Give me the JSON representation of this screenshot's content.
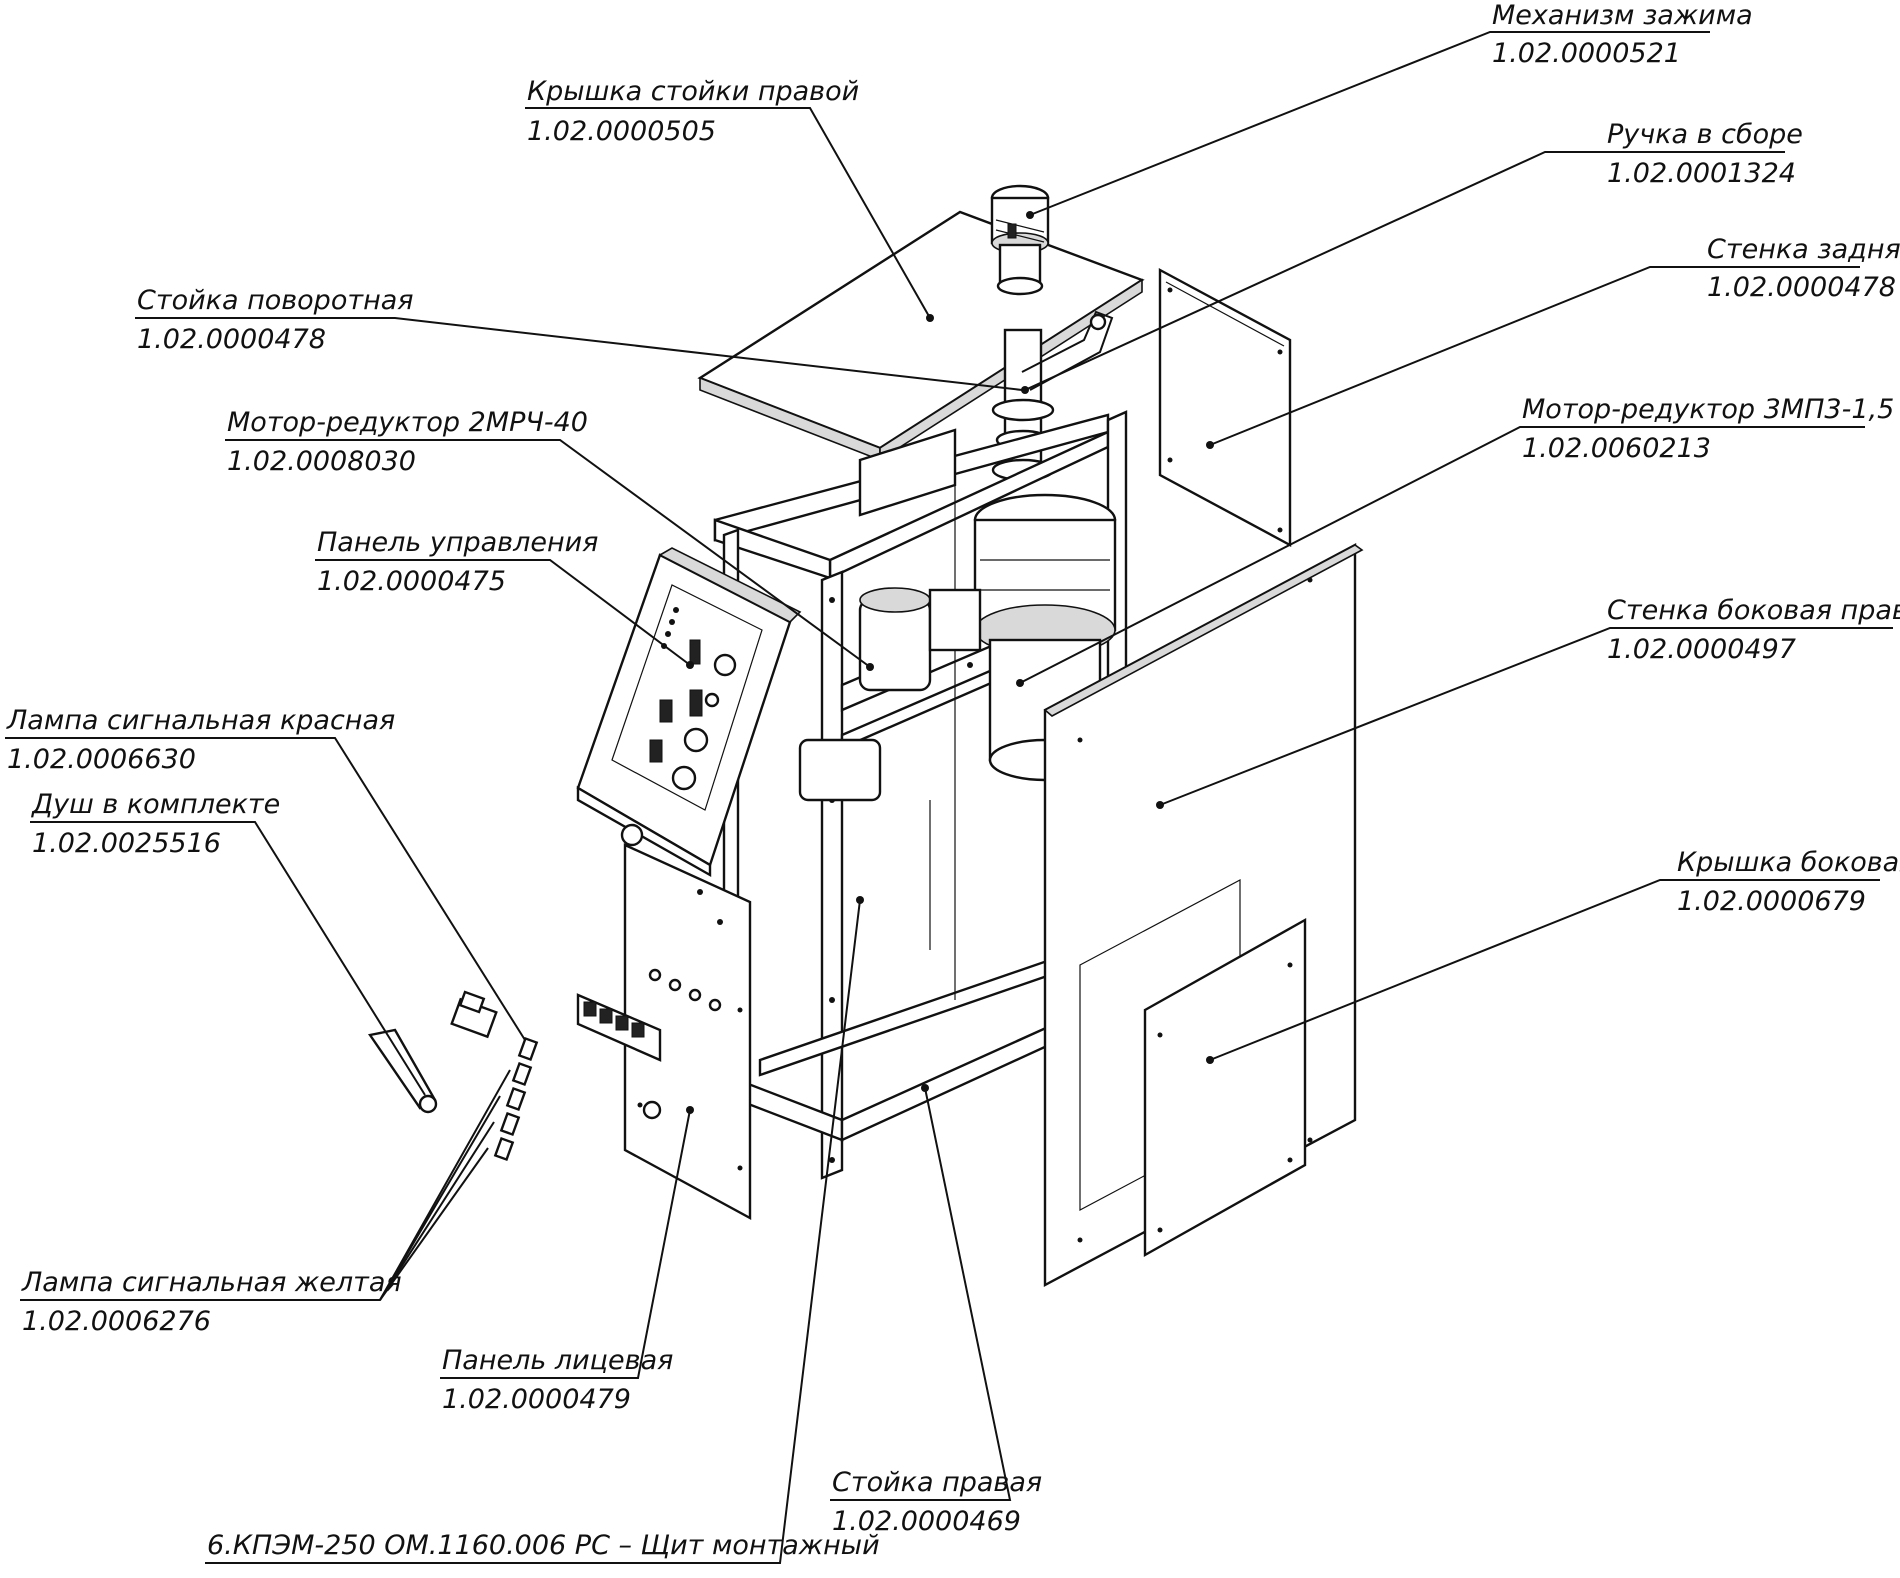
{
  "callouts": [
    {
      "id": "mehanizm-zazhima",
      "title": "Механизм зажима",
      "code": "1.02.0000521"
    },
    {
      "id": "kryshka-stoyki-pravoy",
      "title": "Крышка стойки правой",
      "code": "1.02.0000505"
    },
    {
      "id": "ruchka-v-sbore",
      "title": "Ручка в сборе",
      "code": "1.02.0001324"
    },
    {
      "id": "stenka-zadnyaya",
      "title": "Стенка задняя",
      "code": "1.02.0000478"
    },
    {
      "id": "stoyka-povorotnaya",
      "title": "Стойка поворотная",
      "code": "1.02.0000478"
    },
    {
      "id": "motor-reduktor-2mpch",
      "title": "Мотор-редуктор 2МРЧ-40",
      "code": "1.02.0008030"
    },
    {
      "id": "motor-reduktor-3mp3",
      "title": "Мотор-редуктор 3МП3-1,5",
      "code": "1.02.0060213"
    },
    {
      "id": "panel-upravleniya",
      "title": "Панель управления",
      "code": "1.02.0000475"
    },
    {
      "id": "stenka-bokovaya-pravaya",
      "title": "Стенка боковая правая",
      "code": "1.02.0000497"
    },
    {
      "id": "lampa-krasnaya",
      "title": "Лампа сигнальная красная",
      "code": "1.02.0006630"
    },
    {
      "id": "dush-v-komplekte",
      "title": "Душ в комплекте",
      "code": "1.02.0025516"
    },
    {
      "id": "kryshka-bokovaya",
      "title": "Крышка боковая",
      "code": "1.02.0000679"
    },
    {
      "id": "lampa-zheltaya",
      "title": "Лампа сигнальная желтая",
      "code": "1.02.0006276"
    },
    {
      "id": "panel-litsevaya",
      "title": "Панель лицевая",
      "code": "1.02.0000479"
    },
    {
      "id": "stoyka-pravaya",
      "title": "Стойка правая",
      "code": "1.02.0000469"
    },
    {
      "id": "shit-montazhny",
      "title": "6.КПЭМ-250 ОМ.1160.006 РС – Щит монтажный",
      "code": ""
    }
  ]
}
